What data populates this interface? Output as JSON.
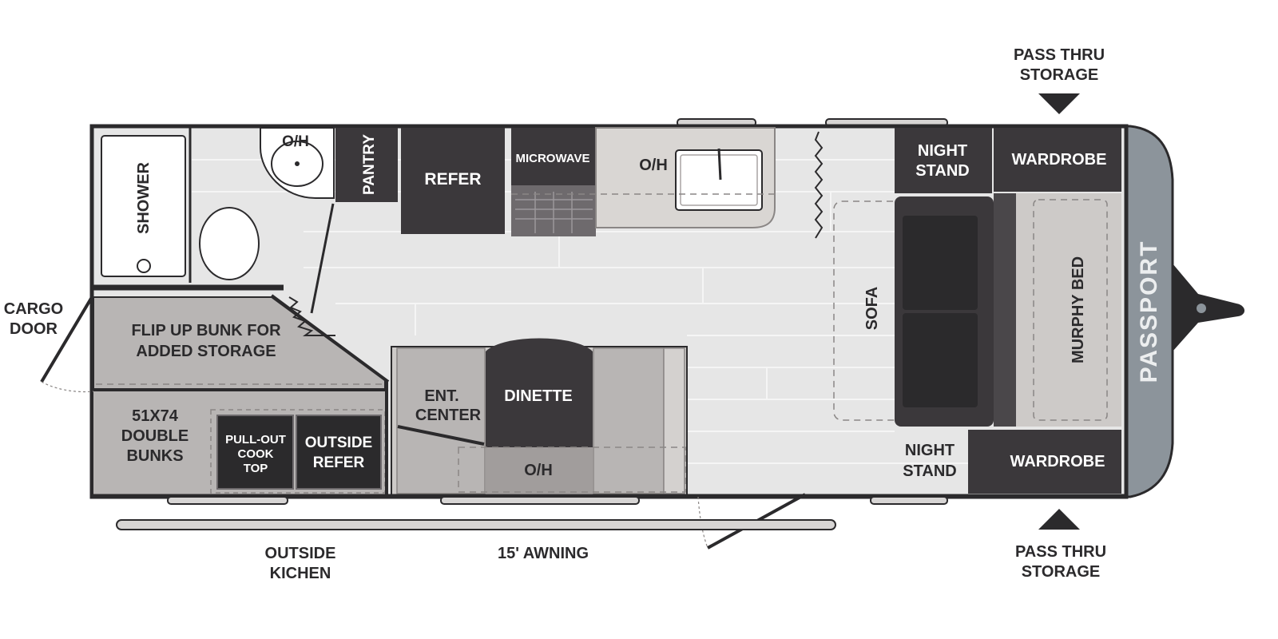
{
  "brand": "PASSPORT",
  "colors": {
    "wall": "#2b2a2c",
    "floor": "#e6e6e6",
    "floor_lines": "#f3f3f3",
    "cabinet_dark": "#3b383b",
    "cabinet_mid": "#6e6a6d",
    "bunk_area": "#b8b5b4",
    "counter": "#d9d6d3",
    "front_cap": "#8c949b",
    "furniture_light": "#cdcac8"
  },
  "labels": {
    "pass_thru_top_1": "PASS THRU",
    "pass_thru_top_2": "STORAGE",
    "pass_thru_bottom_1": "PASS THRU",
    "pass_thru_bottom_2": "STORAGE",
    "cargo_door_1": "CARGO",
    "cargo_door_2": "DOOR",
    "shower": "SHOWER",
    "oh_bath": "O/H",
    "pantry": "PANTRY",
    "refer": "REFER",
    "microwave": "MICROWAVE",
    "oh_kitchen": "O/H",
    "night_stand_top_1": "NIGHT",
    "night_stand_top_2": "STAND",
    "wardrobe_top": "WARDROBE",
    "flip_up_1": "FLIP UP BUNK FOR",
    "flip_up_2": "ADDED STORAGE",
    "sofa": "SOFA",
    "murphy_bed": "MURPHY BED",
    "ent_center_1": "ENT.",
    "ent_center_2": "CENTER",
    "dinette": "DINETTE",
    "bunks_1": "51X74",
    "bunks_2": "DOUBLE",
    "bunks_3": "BUNKS",
    "cooktop_1": "PULL-OUT",
    "cooktop_2": "COOK",
    "cooktop_3": "TOP",
    "outside_refer_1": "OUTSIDE",
    "outside_refer_2": "REFER",
    "oh_dinette": "O/H",
    "night_stand_bottom_1": "NIGHT",
    "night_stand_bottom_2": "STAND",
    "wardrobe_bottom": "WARDROBE",
    "outside_kitchen_1": "OUTSIDE",
    "outside_kitchen_2": "KICHEN",
    "awning": "15' AWNING"
  }
}
